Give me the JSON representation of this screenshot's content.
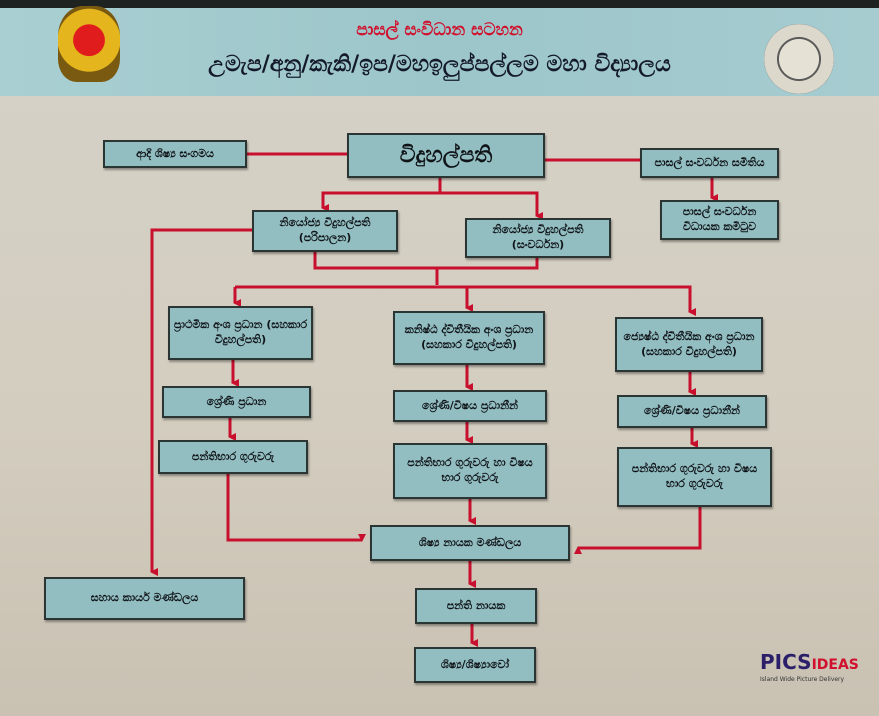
{
  "header": {
    "subtitle": "පාසල් සංවිධාන සටහන",
    "school": "උමැප/අනු/කැකි/ඉප/මහඉලුප්පල්ලම මහා විද්‍යාලය"
  },
  "nodes": {
    "principal": "විදුහල්පති",
    "old_students": "ආදි ශිෂ්‍ය සංගමය",
    "sds": "පාසල් සංවර්ධන සමිතිය",
    "sds_exec": "පාසල් සංවර්ධන විධායක කමිටුව",
    "deputy_admin": "නියෝජ්‍ය විදුහල්පති (පරිපාලන)",
    "deputy_dev": "නියෝජ්‍ය විදුහල්පති (සංවර්ධන)",
    "primary_head": "ප්‍රාථමික අංශ ප්‍රධාන (සහකාර විදුහල්පති)",
    "junior_head": "කනිෂ්ඨ ද්විතීයික අංශ ප්‍රධාන (සහකාර විදුහල්පති)",
    "senior_head": "ජ්‍යෙෂ්ඨ ද්විතීයික අංශ ප්‍රධාන (සහකාර විදුහල්පති)",
    "grade_head": "ශ්‍රේණි ප්‍රධාන",
    "junior_grade_subject": "ශ්‍රේණි/විෂය ප්‍රධානීන්",
    "senior_grade_subject": "ශ්‍රේණි/විෂය ප්‍රධානීන්",
    "class_teachers": "පන්තිභාර ගුරුවරු",
    "junior_teachers": "පන්තිභාර ගුරුවරු හා විෂය භාර ගුරුවරු",
    "senior_teachers": "පන්තිභාර ගුරුවරු හා විෂය භාර ගුරුවරු",
    "prefects": "ශිෂ්‍ය නායක මණ්ඩලය",
    "support_staff": "සහාය කාර්ය මණ්ඩලය",
    "class_leader": "පන්ති නායක",
    "students": "ශිෂ්‍ය/ශිෂ්‍යාවෝ"
  },
  "logo": {
    "brand": "PICS",
    "brand2": "IDEAS",
    "tagline": "Island Wide Picture Delivery"
  },
  "colors": {
    "line": "#c8102e",
    "box": "#92bec2",
    "band": "#9fc8cc"
  }
}
